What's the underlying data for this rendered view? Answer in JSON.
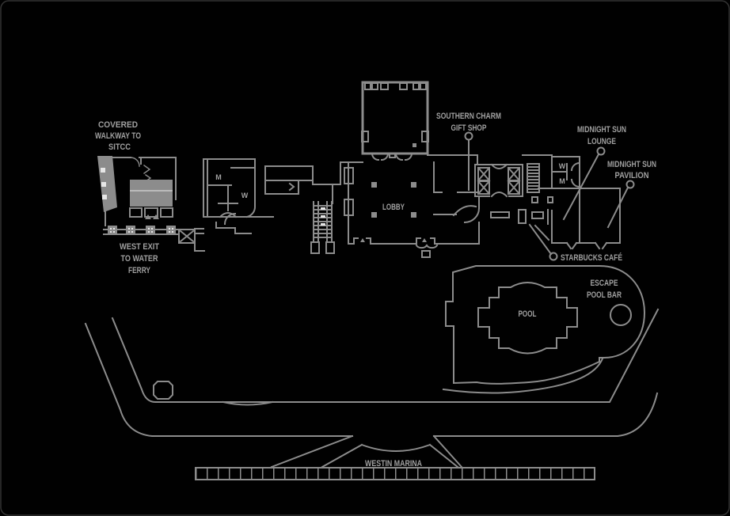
{
  "colors": {
    "background": "#010101",
    "wall": "#8c8c8c",
    "text": "#a0a0a0",
    "detail": "#e6e6e6",
    "border": "#333333"
  },
  "labels": {
    "covered_walkway": [
      "COVERED",
      "WALKWAY TO",
      "SITCC"
    ],
    "west_exit": [
      "WEST EXIT",
      "TO WATER",
      "FERRY"
    ],
    "gift_shop": [
      "SOUTHERN CHARM",
      "GIFT SHOP"
    ],
    "lounge": [
      "MIDNIGHT SUN",
      "LOUNGE"
    ],
    "pavilion": [
      "MIDNIGHT SUN",
      "PAVILION"
    ],
    "starbucks": "STARBUCKS CAFÉ",
    "pool_bar": [
      "ESCAPE",
      "POOL BAR"
    ],
    "pool": "POOL",
    "lobby": "LOBBY",
    "marina": "WESTIN MARINA",
    "restrooms_mid": {
      "m": "M",
      "w": "W"
    },
    "restrooms_right": {
      "w": "W",
      "m": "M"
    }
  }
}
